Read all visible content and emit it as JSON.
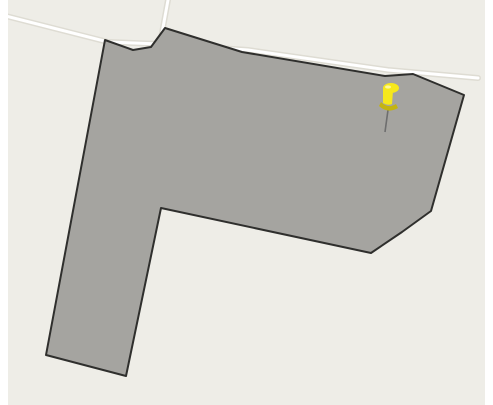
{
  "map": {
    "colors": {
      "background": "#eeede7",
      "road": "#ffffff",
      "road_edge": "#dedcd3",
      "parcel_fill": "#a5a4a0",
      "parcel_stroke": "#2f2f2d",
      "pin_head": "#f6e81c",
      "pin_shadow": "#c4b410"
    },
    "layers": [
      "road",
      "parcel-polygon",
      "pushpin-marker"
    ],
    "marker": {
      "icon": "pushpin-icon",
      "color_name": "yellow"
    }
  }
}
